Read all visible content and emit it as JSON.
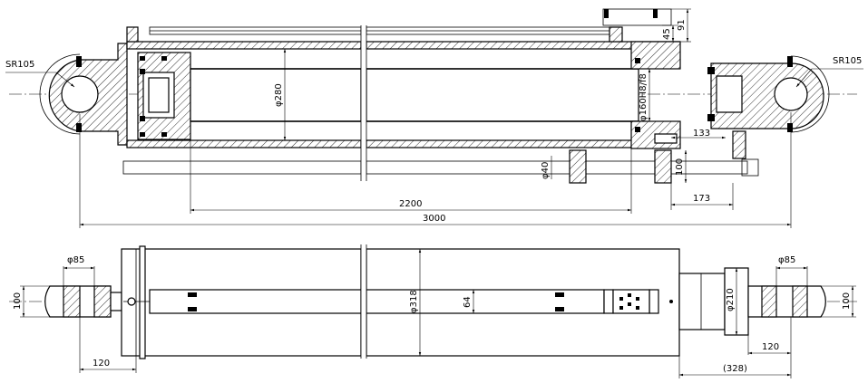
{
  "drawing": {
    "front_view": {
      "dim_sr_left": "SR105",
      "dim_sr_right": "SR105",
      "dim_bore": "φ280",
      "dim_rod_fit": "φ160H8/f8",
      "dim_tube": "φ40",
      "dim_top_height": "45",
      "dim_top_91": "91",
      "dim_133": "133",
      "dim_100": "100",
      "dim_173": "173",
      "dim_2200": "2200",
      "dim_3000": "3000"
    },
    "bottom_view": {
      "dim_pin_left": "φ85",
      "dim_pin_right": "φ85",
      "dim_eye_left_h": "100",
      "dim_eye_right_h": "100",
      "dim_barrel": "φ318",
      "dim_slot": "64",
      "dim_rod": "φ210",
      "dim_120_left": "120",
      "dim_120_right": "120",
      "dim_328": "(328)"
    }
  }
}
